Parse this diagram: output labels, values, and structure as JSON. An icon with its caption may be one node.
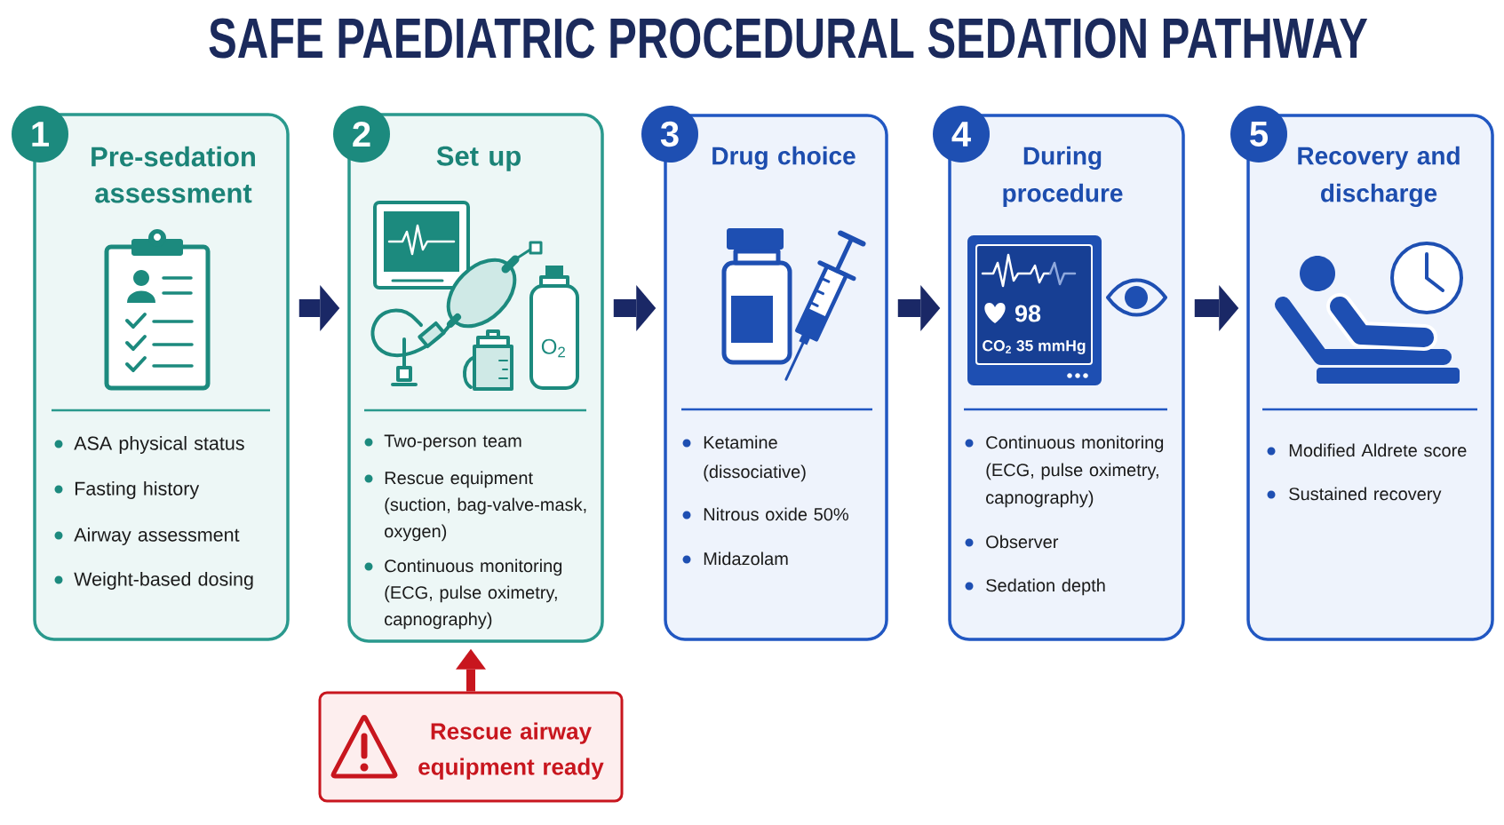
{
  "diagram": {
    "title": "SAFE PAEDIATRIC PROCEDURAL SEDATION PATHWAY",
    "nodes": [
      {
        "text": [
          "1"
        ]
      },
      {
        "text": [
          "Pre-sedation assessment",
          "ASA physical status",
          "Fasting history",
          "Airway assessment",
          "Weight-based dosing"
        ]
      },
      {
        "text": [
          "2"
        ]
      },
      {
        "text": [
          "Set up",
          "Two-person team",
          "Rescue equipment (suction, bag-valve-mask, oxygen)",
          "Continuous monitoring (ECG, pulse oximetry, capnography)"
        ]
      },
      {
        "text": [
          "3"
        ]
      },
      {
        "text": [
          "Drug choice",
          "Ketamine (dissociative)",
          "Nitrous oxide 50%",
          "Midazolam"
        ]
      },
      {
        "text": [
          "4"
        ]
      },
      {
        "text": [
          "During procedure",
          "Continuous monitoring (ECG, pulse oximetry, capnography)",
          "Observer",
          "Sedation depth"
        ]
      },
      {
        "text": [
          "5"
        ]
      },
      {
        "text": [
          "Recovery and discharge",
          "Modified Aldrete score",
          "Sustained recovery"
        ]
      },
      {
        "text": [
          "Rescue airway equipment ready"
        ]
      }
    ],
    "edges": [
      {
        "from": 1,
        "to": 3,
        "arrow": "to"
      },
      {
        "from": 3,
        "to": 5,
        "arrow": "to"
      },
      {
        "from": 5,
        "to": 7,
        "arrow": "to"
      },
      {
        "from": 7,
        "to": 9,
        "arrow": "to"
      },
      {
        "from": 10,
        "to": 3,
        "arrow": "to",
        "color": "#c8161e"
      }
    ],
    "labels": [
      "O$_{2}$",
      "98",
      "CO$_{2}$ 35 mmHg"
    ]
  }
}
